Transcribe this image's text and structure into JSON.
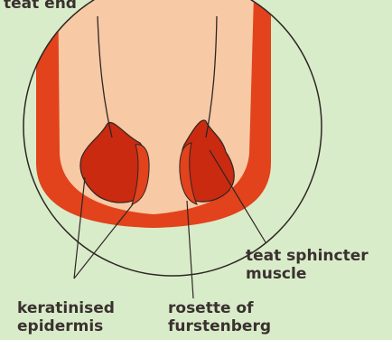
{
  "labels": {
    "title": "teat end",
    "sphincter_line1": "teat sphincter",
    "sphincter_line2": "muscle",
    "keratinised_line1": "keratinised",
    "keratinised_line2": "epidermis",
    "rosette_line1": "rosette of",
    "rosette_line2": "furstenberg"
  },
  "colors": {
    "background": "#d9ecc9",
    "teat_tissue": "#f7c9a4",
    "epidermis": "#e2421c",
    "sphincter": "#c92a10",
    "outline": "#2e2624"
  }
}
